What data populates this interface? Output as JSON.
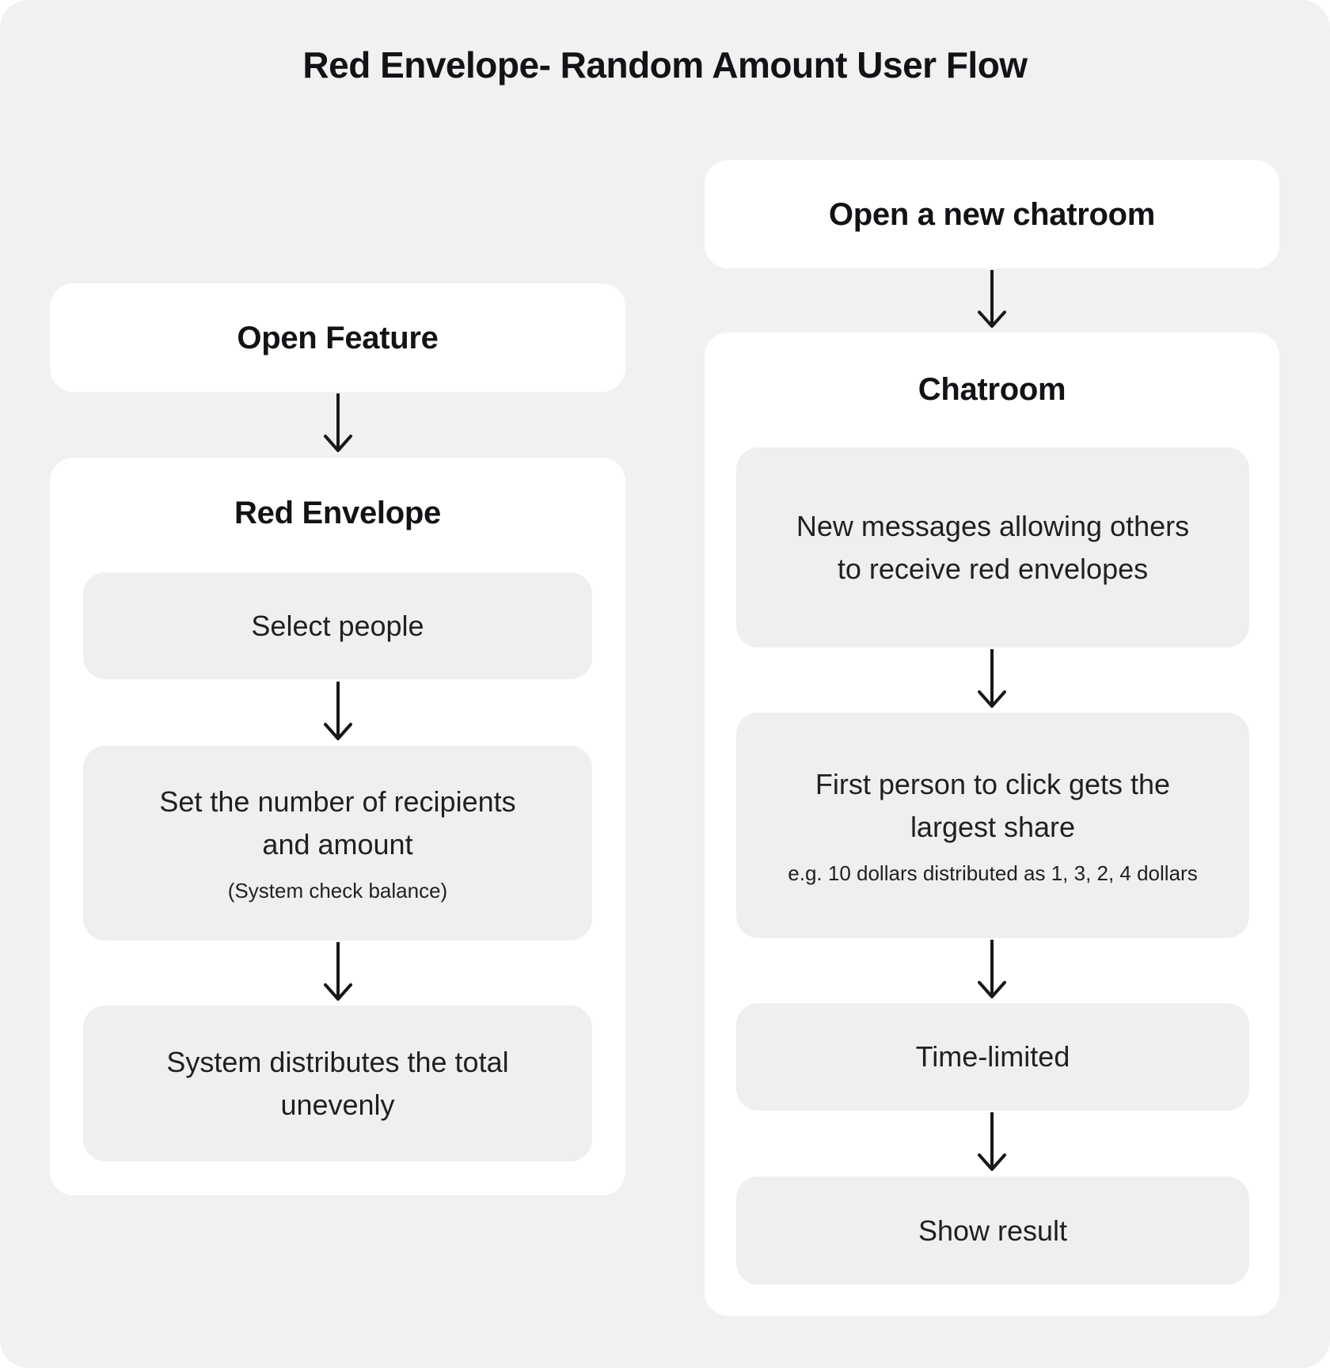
{
  "page": {
    "title": "Red Envelope- Random Amount User Flow"
  },
  "colors": {
    "page_background": "#f1f1f2",
    "node_background": "#ffffff",
    "step_background": "#efeff0",
    "text_primary": "#121316",
    "text_body": "#1e2023",
    "arrow": "#17181c"
  },
  "left_flow": {
    "start": "Open Feature",
    "group_title": "Red Envelope",
    "steps": [
      {
        "label": "Select people"
      },
      {
        "label": "Set the number of recipients and amount",
        "note": "(System check balance)"
      },
      {
        "label": "System distributes the total unevenly"
      }
    ]
  },
  "right_flow": {
    "start": "Open a new chatroom",
    "group_title": "Chatroom",
    "steps": [
      {
        "label": "New messages allowing others to receive red envelopes"
      },
      {
        "label": "First person to click gets the largest share",
        "note": "e.g. 10 dollars distributed as 1, 3, 2, 4 dollars"
      },
      {
        "label": "Time-limited"
      },
      {
        "label": "Show result"
      }
    ]
  }
}
